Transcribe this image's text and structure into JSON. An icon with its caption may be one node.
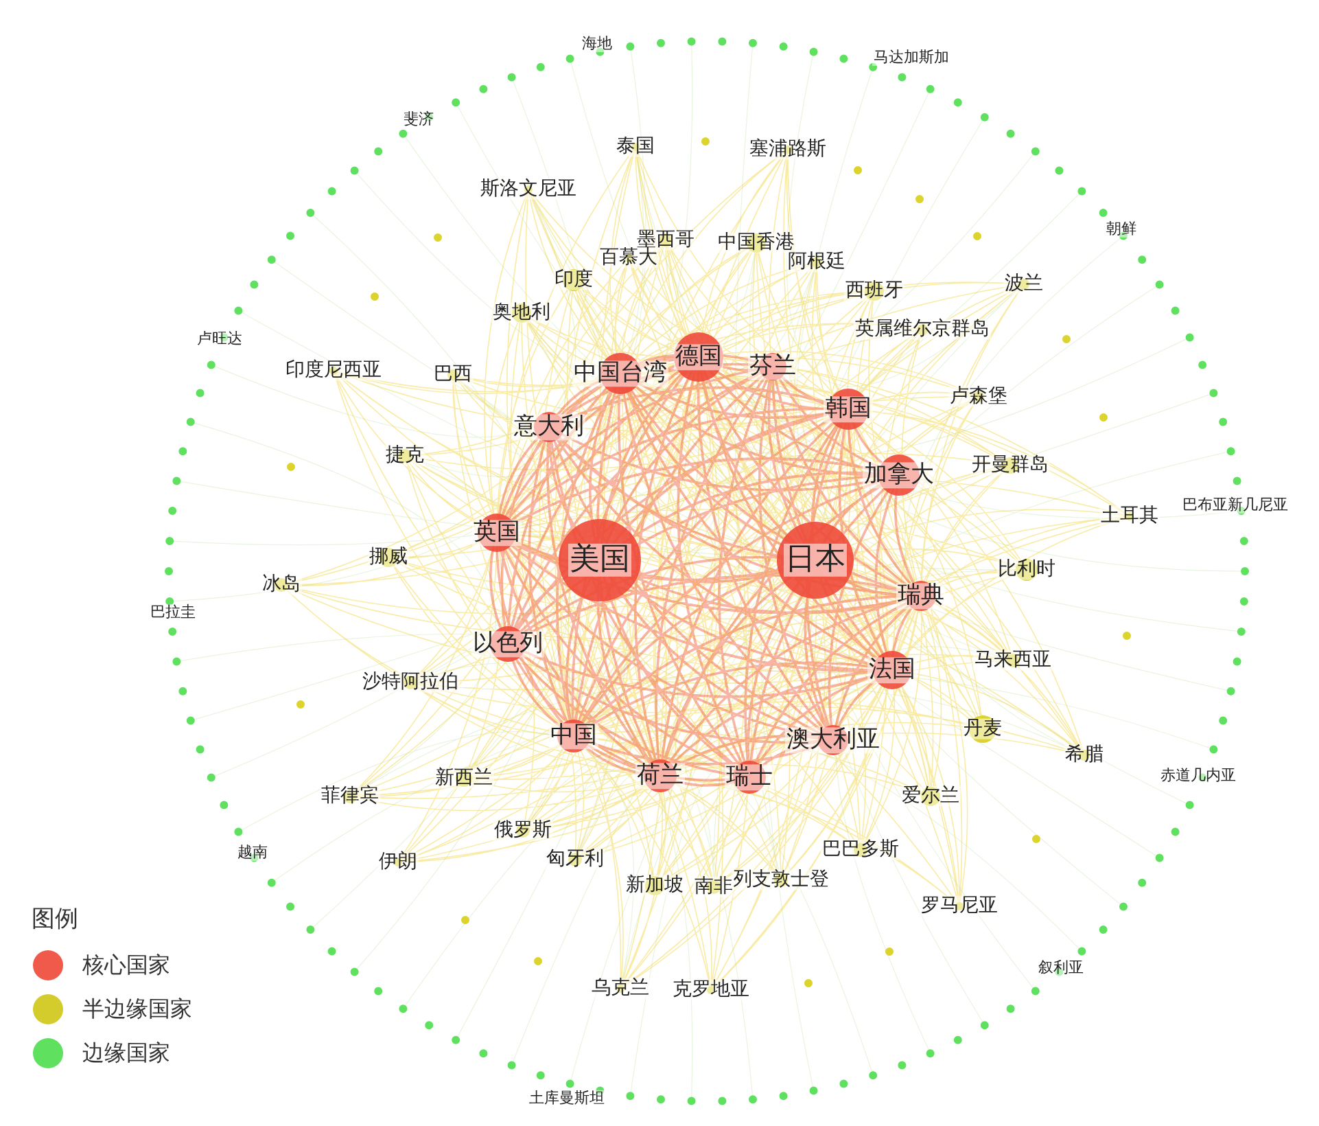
{
  "diagram": {
    "labels": [
      "海地",
      "马达加斯加",
      "斐济",
      "泰国",
      "塞浦路斯",
      "斯洛文尼亚",
      "朝鲜",
      "墨西哥",
      "中国香港",
      "百慕大",
      "阿根廷",
      "印度",
      "波兰",
      "西班牙",
      "奥地利",
      "英属维尔京群岛",
      "卢旺达",
      "德国",
      "印度尼西亚",
      "芬兰",
      "中国台湾",
      "巴西",
      "卢森堡",
      "韩国",
      "意大利",
      "捷克",
      "开曼群岛",
      "加拿大",
      "巴布亚新几尼亚",
      "土耳其",
      "英国",
      "挪威",
      "美国",
      "日本",
      "比利时",
      "冰岛",
      "瑞典",
      "巴拉圭",
      "以色列",
      "马来西亚",
      "法国",
      "沙特阿拉伯",
      "丹麦",
      "中国",
      "澳大利亚",
      "希腊",
      "荷兰",
      "瑞士",
      "赤道几内亚",
      "新西兰",
      "菲律宾",
      "爱尔兰",
      "俄罗斯",
      "巴巴多斯",
      "越南",
      "匈牙利",
      "伊朗",
      "列支敦士登",
      "新加坡",
      "南非",
      "罗马尼亚",
      "图例",
      "叙利亚",
      "乌克兰",
      "克罗地亚",
      "土库曼斯坦"
    ],
    "legend": [
      {
        "text": "核心国家",
        "color": "#ef5a4a"
      },
      {
        "text": "半边缘国家",
        "color": "#d4cc2c"
      },
      {
        "text": "边缘国家",
        "color": "#5fe05f"
      }
    ]
  }
}
